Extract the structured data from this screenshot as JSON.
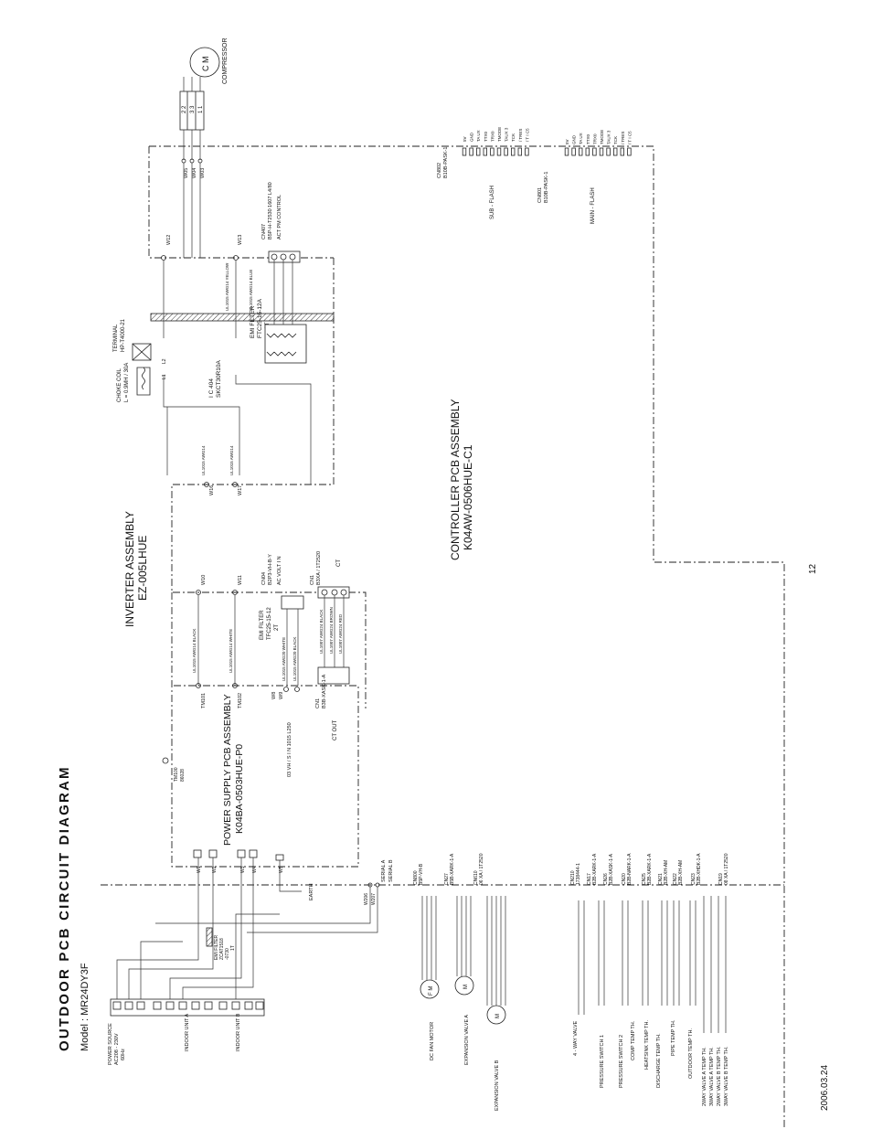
{
  "header": {
    "title": "OUTDOOR PCB CIRCUIT DIAGRAM",
    "model": "Model : MR24DY3F"
  },
  "footer": {
    "date": "2006.03.24",
    "page_number": "12"
  },
  "assemblies": {
    "inverter_name": "INVERTER ASSEMBLY",
    "inverter_code": "EZ-005LHUE",
    "controller_name": "CONTROLLER PCB ASSEMBLY",
    "controller_code": "K04AW-0506HUE-C1",
    "power_name": "POWER SUPPLY PCB ASSEMBLY",
    "power_code": "K04BA-0503HUE-P0"
  },
  "top_components": {
    "compressor": "COMPRESSOR",
    "motor_symbol": "C M",
    "choke_coil": "CHOKE COIL",
    "choke_rating": "L = 0.9MH / 30A",
    "terminal": "TERMINAL",
    "terminal_code": "HP-T4000-21",
    "ic": "I C 404",
    "ic_code": "SKCT30R10A",
    "emi_filter_1": "EMI FILTER",
    "emi_filter_1_code": "FTC25-15-12A",
    "emi_filter_1_turns": "2T",
    "actpm": "ACT PM CONTROL",
    "cn407": "CN407",
    "cn407_code": "B5P-H-T2530 1607 L4/80",
    "emi_filter_2": "EMI FILTER",
    "emi_filter_2_code": "TFC25-15-12",
    "emi_filter_2_turns": "2T",
    "cn04": "CN04",
    "cn04_code": "B2P3-VH-B-Y",
    "acvolt": "AC VOLT I N",
    "cn1": "CN1",
    "cn1_code": "B3XA / 1T2520",
    "ct": "CT",
    "cn1b": "CN1",
    "cn1b_code": "B3B-XASK-1-A",
    "ct_out": "CT OUT",
    "cvh": "03 VH / S I N 1015 L250"
  },
  "flash": {
    "cn802": "CN802",
    "cn802_code": "B10B-PASK-1",
    "sub_flash": "SUB - FLASH",
    "sub_pins": [
      "5V",
      "GND",
      "TA UX",
      "TTX0",
      "TRX0",
      "TMODE",
      "TAUX 3",
      "TCK",
      "/ TRES",
      "/ T I C5"
    ],
    "cn801": "CN801",
    "cn801_code": "B10B-PASK-1",
    "main_flash": "MAIN - FLASH",
    "main_pins": [
      "5V",
      "GND",
      "TA UX",
      "TTX0",
      "TRX0",
      "TMODE",
      "TAUX 3",
      "TCK",
      "/ TRES",
      "/ T I C5"
    ]
  },
  "wires": {
    "w12": "W12",
    "w13": "W13",
    "w16": "W16",
    "w17": "W17",
    "w10": "W10",
    "w11": "W11",
    "w8": "W8",
    "w9": "W9",
    "w05": "W05",
    "w04": "W04",
    "w03": "W03",
    "tm101": "TM101",
    "tm102": "TM102",
    "tm100": "TM100",
    "tm100_code": "86028",
    "w1": "W1",
    "w2": "W2",
    "w3": "W3",
    "w4": "W4",
    "w5": "W5",
    "earth": "EARTH",
    "serial_a": "SERIAL A",
    "serial_b": "SERIAL B",
    "w206": "W206",
    "w207": "W207",
    "ul_a": "UL1015 AWG14 BLACK",
    "ul_b": "UL1015 AWG14 WHITE",
    "ul_c": "UL1015 AWG20 WHITE",
    "ul_d": "UL1015 AWG20 BLACK",
    "ul_e": "UL1007 AWG24 BLACK",
    "ul_f": "UL1007 AWG24 BROWN",
    "ul_g": "UL1007 AWG24 RED",
    "ul_h": "UL1015 AWG14 YELLOW",
    "ul_i": "UL1015 AWG14 BLUE"
  },
  "left_terminals": {
    "power_source": "POWER SOURCE",
    "power_spec": "AC208 - 230V",
    "power_freq": "60Hz",
    "indoor_a": "INDOOR UNIT A",
    "indoor_b": "INDOOR UNIT B",
    "emi_filter_3": "EMI FILTER",
    "emi_filter_3_code": "ZCAT1518",
    "emi_filter_3_code2": "-0730",
    "emi_filter_3_turns": "1T"
  },
  "bottom_devices": [
    {
      "label": "DC FAN MOTOR",
      "symbol": "F M"
    },
    {
      "label": "EXPANSION VALVE A",
      "symbol": "M"
    },
    {
      "label": "EXPANSION VALVE B",
      "symbol": "M"
    },
    {
      "label": "4 - WAY VALVE"
    },
    {
      "label": "PRESSURE SWITCH 1"
    },
    {
      "label": "PRESSURE SWITCH 2"
    },
    {
      "label": "COMP TEMP TH."
    },
    {
      "label": "HEATSINK TEMP TH."
    },
    {
      "label": "DISCHARGE TEMP TH."
    },
    {
      "label": "PIPE TEMP TH."
    },
    {
      "label": "OUTDOOR TEMP TH."
    },
    {
      "label": "2WAY VALVE A TEMP TH."
    },
    {
      "label": "3WAY VALVE A TEMP TH."
    },
    {
      "label": "2WAY VALVE B TEMP TH."
    },
    {
      "label": "3WAY VALVE B TEMP TH."
    }
  ],
  "bottom_connectors": [
    {
      "name": "CN800",
      "code": "B5P-VH-B"
    },
    {
      "name": "CN27",
      "code": "B5B-XARK-1-A"
    },
    {
      "name": "CN610",
      "code": "06 XA / 1T2520"
    },
    {
      "name": "CN210",
      "code": "1738444-1"
    },
    {
      "name": "CN17",
      "code": "B2B-XARK-1-A"
    },
    {
      "name": "CN26",
      "code": "B2B-XASK-1-A"
    },
    {
      "name": "CN20",
      "code": "B2B-NARK-1-A"
    },
    {
      "name": "CN25",
      "code": "B2B-XARK-1-A"
    },
    {
      "name": "CN21",
      "code": "B2B-XH-AM"
    },
    {
      "name": "CN22",
      "code": "B2B-XH-AM"
    },
    {
      "name": "CN23",
      "code": "B2B-XHDK-1-A"
    },
    {
      "name": "CN19",
      "code": "08 XA / 1T2520"
    }
  ]
}
